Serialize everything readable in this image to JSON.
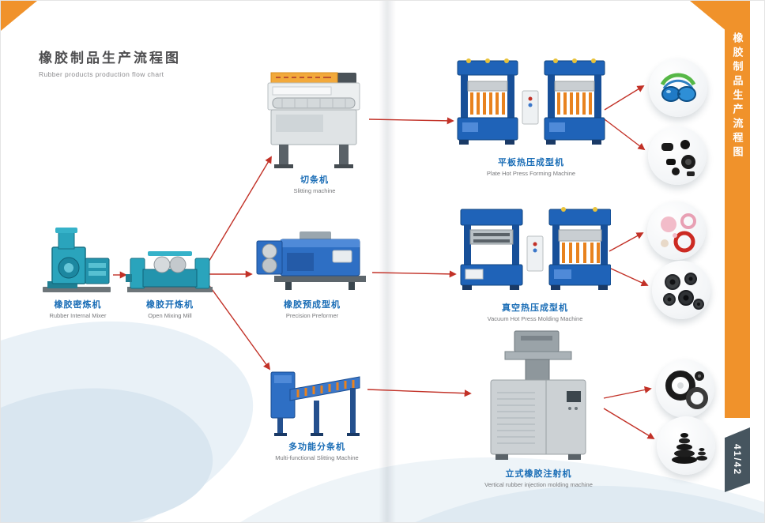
{
  "page": {
    "title_cn": "橡胶制品生产流程图",
    "title_en": "Rubber products production flow chart",
    "sidebar_vertical_text": "橡胶制品生产流程图",
    "page_number": "41/42"
  },
  "colors": {
    "accent_orange": "#f0922b",
    "arrow_red": "#c23127",
    "label_blue": "#1a6db6",
    "tab_slate": "#46555f"
  },
  "machines": [
    {
      "key": "rubber-internal-mixer",
      "label_cn": "橡胶密炼机",
      "label_en": "Rubber Internal Mixer"
    },
    {
      "key": "open-mixing-mill",
      "label_cn": "橡胶开炼机",
      "label_en": "Open Mixing Mill"
    },
    {
      "key": "slitting-machine",
      "label_cn": "切条机",
      "label_en": "Slitting machine"
    },
    {
      "key": "precision-preformer",
      "label_cn": "橡胶预成型机",
      "label_en": "Precision Preformer"
    },
    {
      "key": "multi-functional-slitting-machine",
      "label_cn": "多功能分条机",
      "label_en": "Multi-functional Slitting Machine"
    },
    {
      "key": "plate-hot-press-forming-machine",
      "label_cn": "平板热压成型机",
      "label_en": "Plate Hot Press Forming Machine"
    },
    {
      "key": "vacuum-hot-press-molding-machine",
      "label_cn": "真空热压成型机",
      "label_en": "Vacuum Hot Press Molding Machine"
    },
    {
      "key": "vertical-rubber-injection-machine",
      "label_cn": "立式橡胶注射机",
      "label_en": "Vertical rubber injection molding machine"
    }
  ],
  "products": [
    {
      "key": "swimming-goggles-photo"
    },
    {
      "key": "black-rubber-parts-photo"
    },
    {
      "key": "pink-rubber-parts-photo"
    },
    {
      "key": "black-grommets-photo"
    },
    {
      "key": "round-rubber-seals-photo"
    },
    {
      "key": "rubber-bellows-photo"
    }
  ]
}
